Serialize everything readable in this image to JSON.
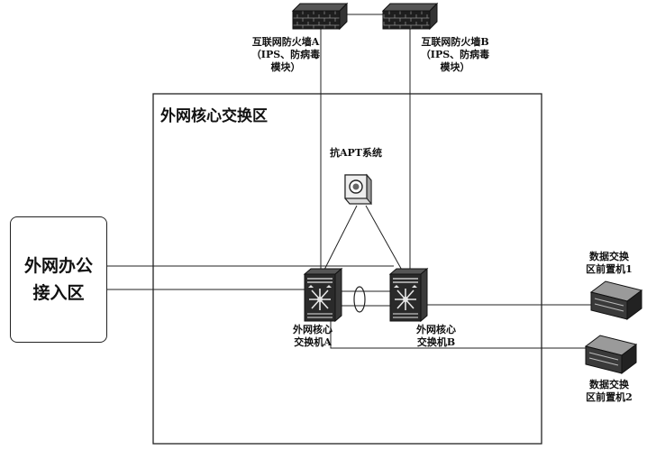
{
  "colors": {
    "line": "#222222",
    "device": "#2a2a2a",
    "highlight": "#e6e6e6"
  },
  "core_zone": {
    "title": "外网核心交换区"
  },
  "office_zone": {
    "line1": "外网办公",
    "line2": "接入区"
  },
  "firewall_a": {
    "icon": "firewall-icon",
    "line1": "互联网防火墙A",
    "line2": "（IPS、防病毒",
    "line3": "模块）"
  },
  "firewall_b": {
    "icon": "firewall-icon",
    "line1": "互联网防火墙B",
    "line2": "（IPS、防病毒",
    "line3": "模块）"
  },
  "apt": {
    "icon": "apt-appliance-icon",
    "label": "抗APT系统"
  },
  "core_switch_a": {
    "icon": "core-switch-icon",
    "line1": "外网核心",
    "line2": "交换机A"
  },
  "core_switch_b": {
    "icon": "core-switch-icon",
    "line1": "外网核心",
    "line2": "交换机B"
  },
  "frontend_1": {
    "icon": "server-icon",
    "line1": "数据交换",
    "line2": "区前置机1"
  },
  "frontend_2": {
    "icon": "server-icon",
    "line1": "数据交换",
    "line2": "区前置机2"
  }
}
